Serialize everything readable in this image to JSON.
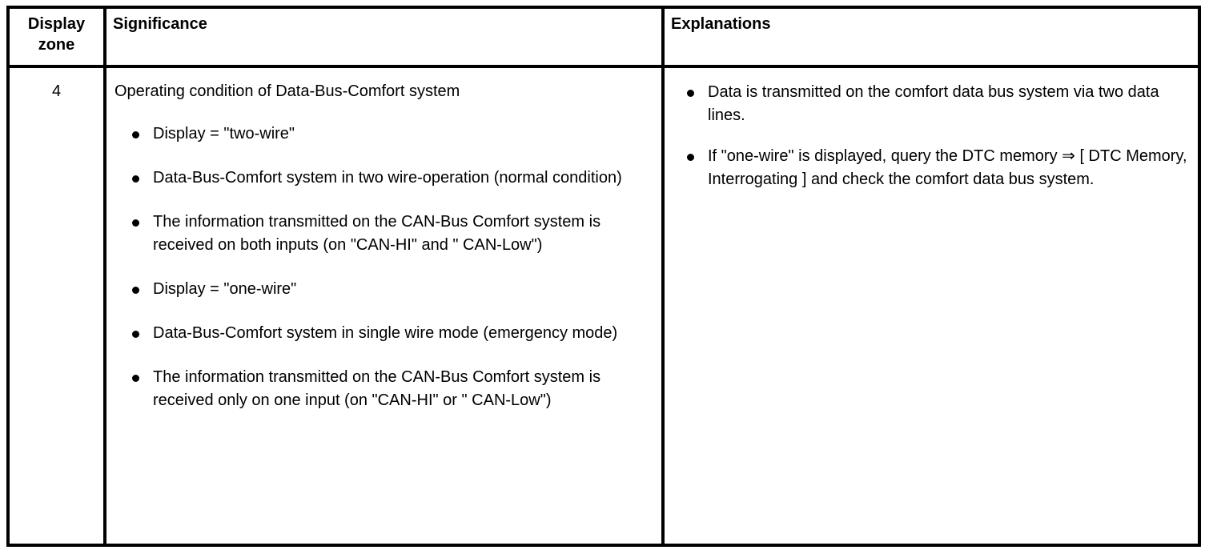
{
  "table": {
    "headers": {
      "zone": "Display\nzone",
      "zone_line1": "Display",
      "zone_line2": "zone",
      "significance": "Significance",
      "explanations": "Explanations"
    },
    "rows": [
      {
        "zone": "4",
        "significance": {
          "intro": "Operating condition of Data-Bus-Comfort system",
          "bullets": [
            "Display = \"two-wire\"",
            "Data-Bus-Comfort system in two wire-operation (normal condition)",
            "The information transmitted on the CAN-Bus Comfort system is received on both inputs (on \"CAN-HI\" and \" CAN-Low\")",
            "Display = \"one-wire\"",
            "Data-Bus-Comfort system in single wire mode (emergency mode)",
            "The information transmitted on the CAN-Bus Comfort system is received only on one input (on \"CAN-HI\" or \" CAN-Low\")"
          ]
        },
        "explanations": {
          "bullets": [
            "Data is transmitted on the comfort data bus system via two data lines.",
            "If \"one-wire\" is displayed, query the DTC memory ⇒ [ DTC Memory, Interrogating ] and check the comfort data bus system."
          ]
        }
      }
    ]
  },
  "colors": {
    "border": "#000000",
    "text": "#000000",
    "background": "#ffffff"
  }
}
